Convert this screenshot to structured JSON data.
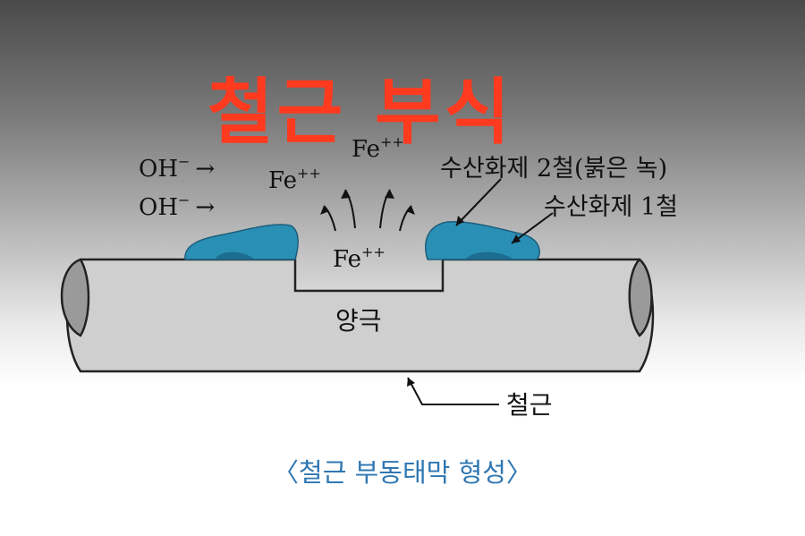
{
  "title": "철근 부식",
  "caption": "〈철근 부동태막 형성〉",
  "labels": {
    "oh_top": "OH",
    "oh_bottom": "OH",
    "oh_charge": "−",
    "arrow": "→",
    "fe_top": "Fe",
    "fe_mid": "Fe",
    "fe_pit": "Fe",
    "fe_charge": "++",
    "ferric_hydroxide": "수산화제 2철(붉은 녹)",
    "ferrous_hydroxide": "수산화제 1철",
    "anode": "양극",
    "rebar": "철근"
  },
  "colors": {
    "title": "#ff3a1f",
    "caption": "#2f77b3",
    "rust_blue": "#2a8fb5",
    "rust_dark": "#1d6d90",
    "rebar_fill": "#cccccc"
  }
}
